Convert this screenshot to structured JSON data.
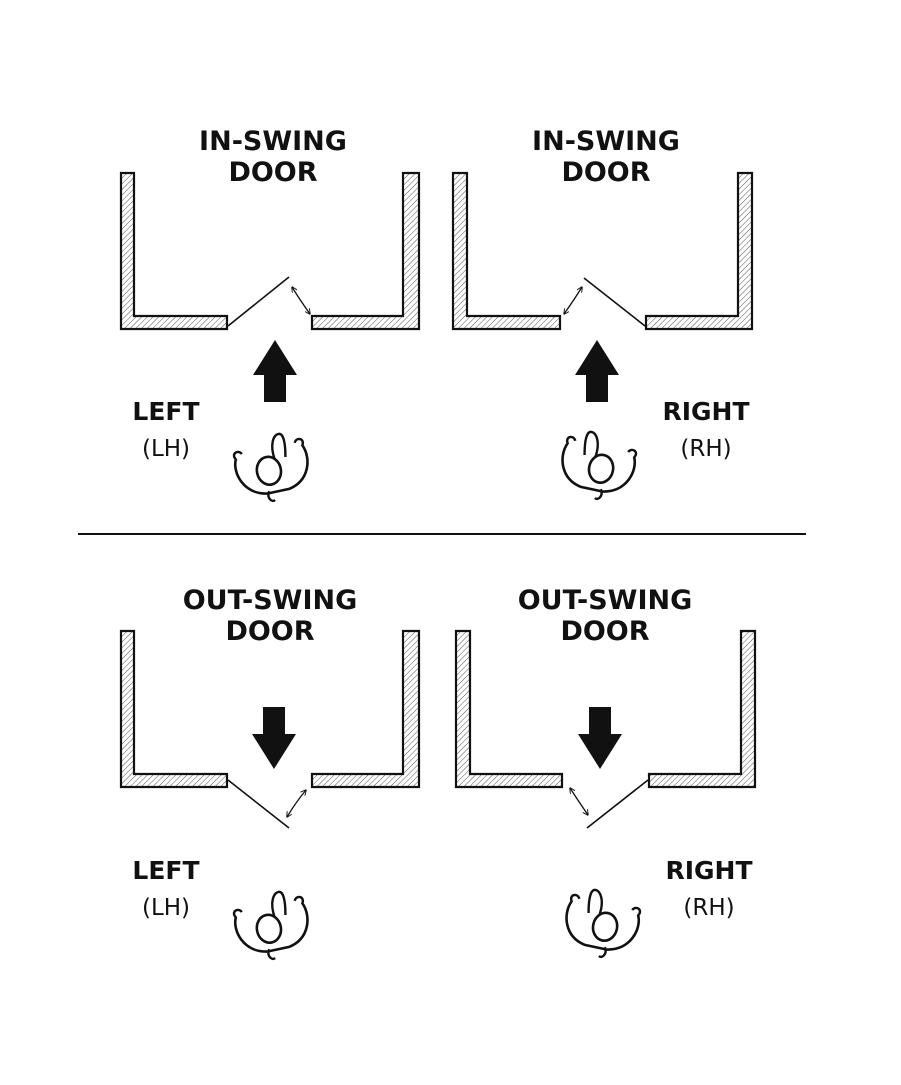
{
  "panels": [
    {
      "title_line1": "IN-SWING",
      "title_line2": "DOOR",
      "hand": "LEFT",
      "abbr": "(LH)"
    },
    {
      "title_line1": "IN-SWING",
      "title_line2": "DOOR",
      "hand": "RIGHT",
      "abbr": "(RH)"
    },
    {
      "title_line1": "OUT-SWING",
      "title_line2": "DOOR",
      "hand": "LEFT",
      "abbr": "(LH)"
    },
    {
      "title_line1": "OUT-SWING",
      "title_line2": "DOOR",
      "hand": "RIGHT",
      "abbr": "(RH)"
    }
  ]
}
